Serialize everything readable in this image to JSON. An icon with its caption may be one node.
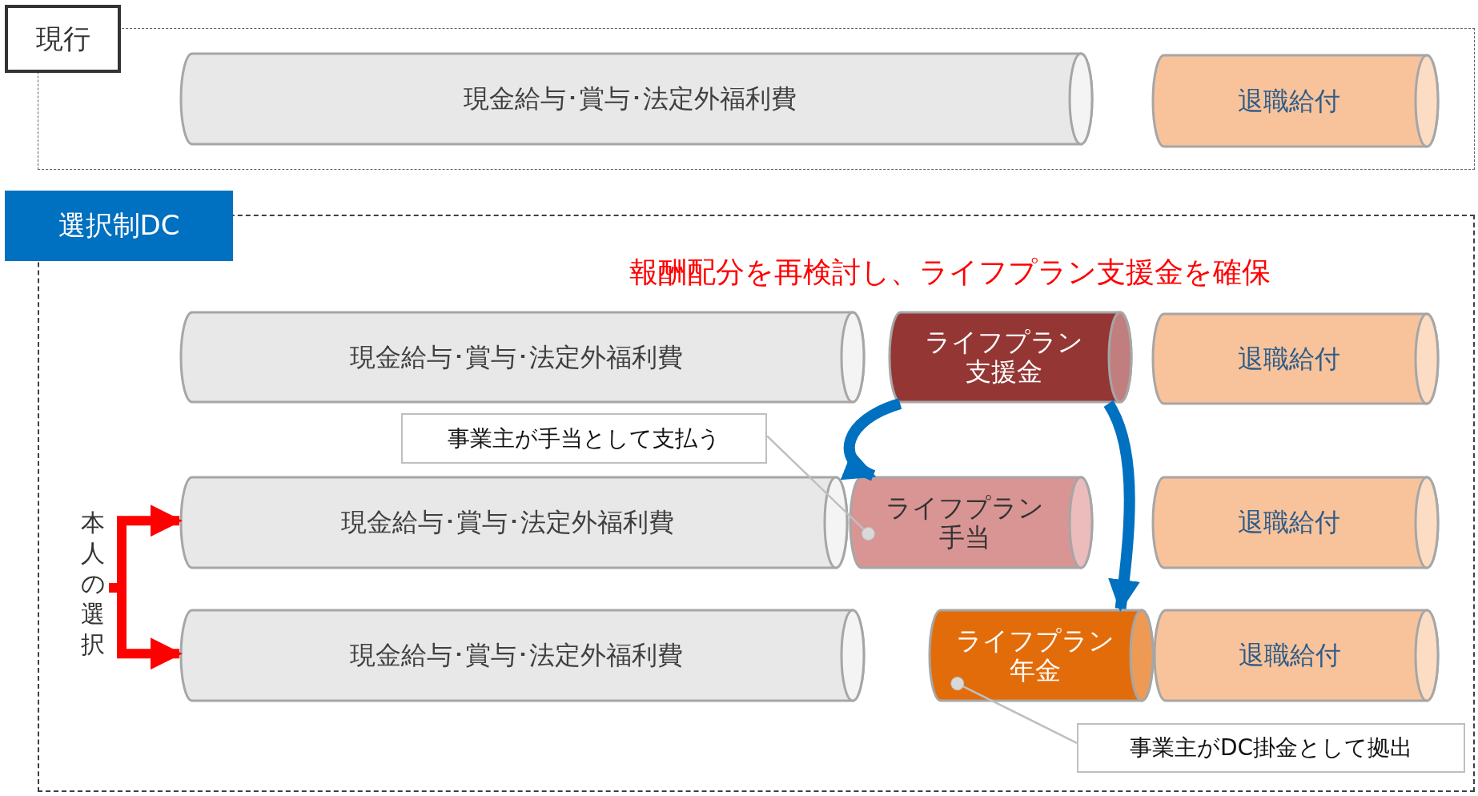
{
  "diagram": {
    "nodes": [
      {
        "text": [
          "現行"
        ]
      },
      {
        "text": [
          "現金給与･賞与･法定外福利費"
        ],
        "in": 0
      },
      {
        "text": [
          "退職給付"
        ],
        "in": 0
      },
      {
        "text": [
          "選択制DC"
        ]
      },
      {
        "text": [
          "現金給与･賞与･法定外福利費"
        ],
        "in": 3
      },
      {
        "text": [
          "ライフプラン支援金"
        ],
        "in": 3
      },
      {
        "text": [
          "退職給付"
        ],
        "in": 3
      },
      {
        "text": [
          "事業主が手当として支払う"
        ],
        "in": 3
      },
      {
        "text": [
          "現金給与･賞与･法定外福利費"
        ],
        "in": 3
      },
      {
        "text": [
          "ライフプラン手当"
        ],
        "in": 3
      },
      {
        "text": [
          "退職給付"
        ],
        "in": 3
      },
      {
        "text": [
          "現金給与･賞与･法定外福利費"
        ],
        "in": 3
      },
      {
        "text": [
          "ライフプラン年金"
        ],
        "in": 3
      },
      {
        "text": [
          "退職給付"
        ],
        "in": 3
      },
      {
        "text": [
          "事業主がDC掛金として拠出"
        ],
        "in": 3
      },
      {
        "text": [
          "本人の選択"
        ],
        "in": 3
      }
    ],
    "edges": [
      {
        "from": 5,
        "to": 9,
        "arrow": "to",
        "color": "#0070c0"
      },
      {
        "from": 5,
        "to": 12,
        "arrow": "to",
        "color": "#0070c0"
      },
      {
        "from": 7,
        "to": 9,
        "arrow": "other",
        "color": "#bfbfbf"
      },
      {
        "from": 14,
        "to": 12,
        "arrow": "other",
        "color": "#bfbfbf"
      },
      {
        "from": 15,
        "to": 8,
        "arrow": "to",
        "color": "#ff0000"
      },
      {
        "from": 15,
        "to": 11,
        "arrow": "to",
        "color": "#ff0000"
      }
    ],
    "labels": [
      "報酬配分を再検討し、ライフプラン支援金を確保"
    ]
  }
}
